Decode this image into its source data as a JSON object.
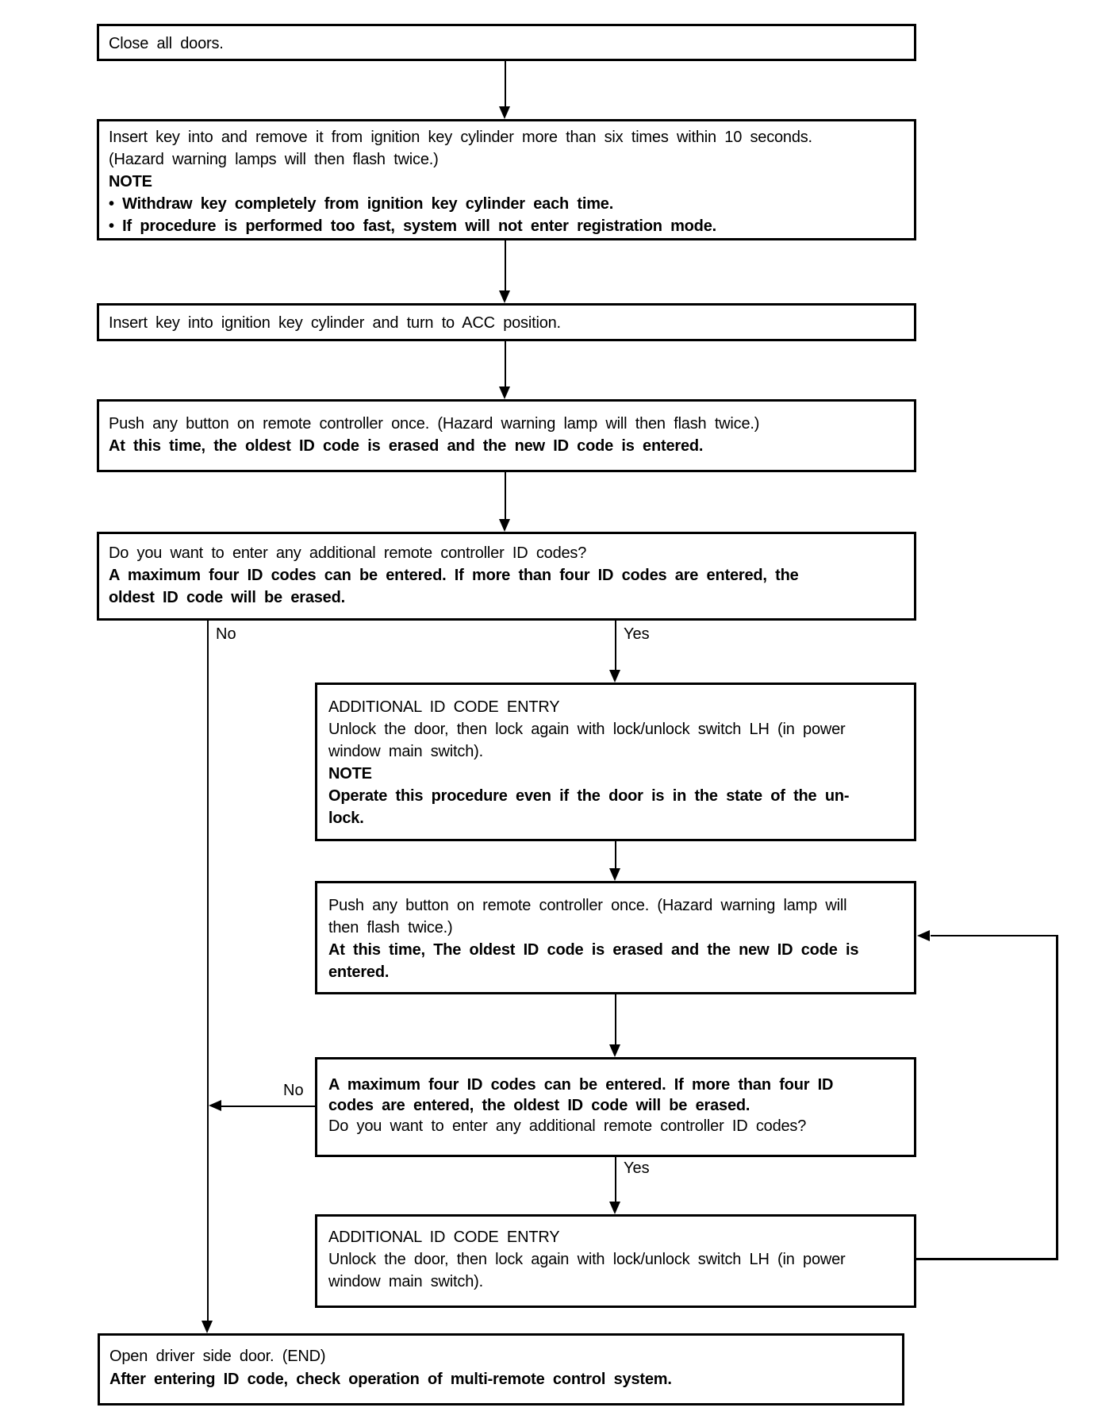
{
  "page": {
    "background_color": "#ffffff",
    "ink_color": "#000000",
    "type": "flowchart: multi-remote controller ID code registration procedure"
  },
  "flowchart": {
    "boxes": {
      "box1": {
        "lines": [
          {
            "text": "Close all doors.",
            "bold": false
          }
        ]
      },
      "box2": {
        "lines": [
          {
            "text": "Insert key into and remove it from ignition key cylinder more than six times within 10 seconds.",
            "bold": false
          },
          {
            "text": "(Hazard warning lamps will then flash twice.)",
            "bold": false
          },
          {
            "text": "NOTE",
            "bold": true
          },
          {
            "text": "• Withdraw key completely from ignition key cylinder each time.",
            "bold": true
          },
          {
            "text": "• If procedure is performed too fast, system will not enter registration mode.",
            "bold": true
          }
        ]
      },
      "box3": {
        "lines": [
          {
            "text": "Insert key into ignition key cylinder and turn to ACC position.",
            "bold": false
          }
        ]
      },
      "box4": {
        "lines": [
          {
            "text": "Push any button on remote controller once. (Hazard warning lamp will then flash twice.)",
            "bold": false
          },
          {
            "text": "At this time, the oldest ID code is erased and the new ID code is entered.",
            "bold": true
          }
        ]
      },
      "box5": {
        "lines": [
          {
            "text": "Do you want to enter any additional remote controller ID codes?",
            "bold": false
          },
          {
            "text": "A maximum four ID codes can be entered. If more than four ID codes are entered, the",
            "bold": true
          },
          {
            "text": "oldest ID code will be erased.",
            "bold": true
          }
        ]
      },
      "box6": {
        "lines": [
          {
            "text": "ADDITIONAL ID CODE ENTRY",
            "bold": false
          },
          {
            "text": "Unlock the door, then lock again with lock/unlock switch LH (in power",
            "bold": false
          },
          {
            "text": "window main switch).",
            "bold": false
          },
          {
            "text": "NOTE",
            "bold": true
          },
          {
            "text": "Operate this procedure even if the door is in the state of the un-",
            "bold": true
          },
          {
            "text": "lock.",
            "bold": true
          }
        ]
      },
      "box7": {
        "lines": [
          {
            "text": "Push any button on remote controller once. (Hazard warning lamp will",
            "bold": false
          },
          {
            "text": "then flash twice.)",
            "bold": false
          },
          {
            "text": "At this time, The oldest ID code is erased and the new ID code is",
            "bold": true
          },
          {
            "text": "entered.",
            "bold": true
          }
        ]
      },
      "box8": {
        "lines": [
          {
            "text": "A maximum four ID codes can be entered. If more than four ID",
            "bold": true
          },
          {
            "text": "codes are entered, the oldest ID code will be erased.",
            "bold": true
          },
          {
            "text": "Do you want to enter any additional remote controller ID codes?",
            "bold": false
          }
        ]
      },
      "box9": {
        "lines": [
          {
            "text": "ADDITIONAL ID CODE ENTRY",
            "bold": false
          },
          {
            "text": "Unlock the door, then lock again with lock/unlock switch LH (in power",
            "bold": false
          },
          {
            "text": "window main switch).",
            "bold": false
          }
        ]
      },
      "box10": {
        "lines": [
          {
            "text": "Open driver side door. (END)",
            "bold": false
          },
          {
            "text": "After entering ID code, check operation of multi-remote control system.",
            "bold": true
          }
        ]
      }
    },
    "labels": {
      "no1": "No",
      "yes1": "Yes",
      "no2": "No",
      "yes2": "Yes"
    },
    "edges": [
      {
        "from": "box1",
        "to": "box2",
        "label": ""
      },
      {
        "from": "box2",
        "to": "box3",
        "label": ""
      },
      {
        "from": "box3",
        "to": "box4",
        "label": ""
      },
      {
        "from": "box4",
        "to": "box5",
        "label": ""
      },
      {
        "from": "box5",
        "to": "box10",
        "label": "No"
      },
      {
        "from": "box5",
        "to": "box6",
        "label": "Yes"
      },
      {
        "from": "box6",
        "to": "box7",
        "label": ""
      },
      {
        "from": "box7",
        "to": "box8",
        "label": ""
      },
      {
        "from": "box8",
        "to": "box10",
        "label": "No"
      },
      {
        "from": "box8",
        "to": "box9",
        "label": "Yes"
      },
      {
        "from": "box9",
        "to": "box7",
        "label": ""
      }
    ]
  }
}
